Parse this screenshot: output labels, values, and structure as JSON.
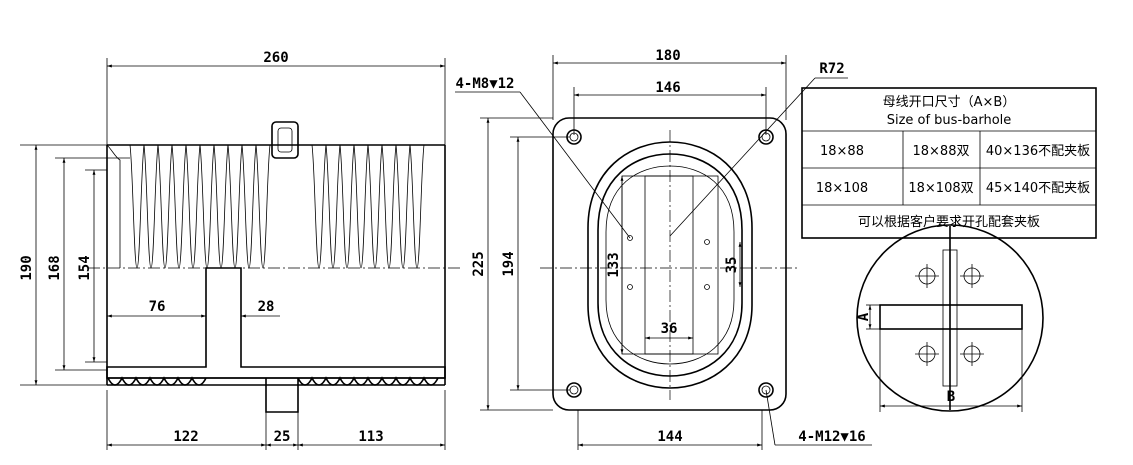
{
  "side_view": {
    "overall_length": "260",
    "dia_190": "190",
    "dia_168": "168",
    "dia_154": "154",
    "inner_76": "76",
    "wall_28": "28",
    "seg_122": "122",
    "stem_25": "25",
    "seg_113": "113"
  },
  "front_view": {
    "flange_width": "180",
    "hole_pitch_x": "146",
    "corner_radius": "R72",
    "top_holes": "4-M8▼12",
    "flange_height": "225",
    "hole_pitch_y": "194",
    "slot_133": "133",
    "slot_35": "35",
    "slot_36": "36",
    "bottom_width": "144",
    "bottom_holes": "4-M12▼16"
  },
  "table": {
    "title_cn": "母线开口尺寸（A×B）",
    "title_en": "Size of bus-barhole",
    "rows": [
      [
        "18×88",
        "18×88双",
        "40×136不配夹板"
      ],
      [
        "18×108",
        "18×108双",
        "45×140不配夹板"
      ]
    ],
    "note": "可以根据客户要求开孔配套夹板"
  },
  "clamp_view": {
    "label_a": "A",
    "label_b": "B"
  }
}
